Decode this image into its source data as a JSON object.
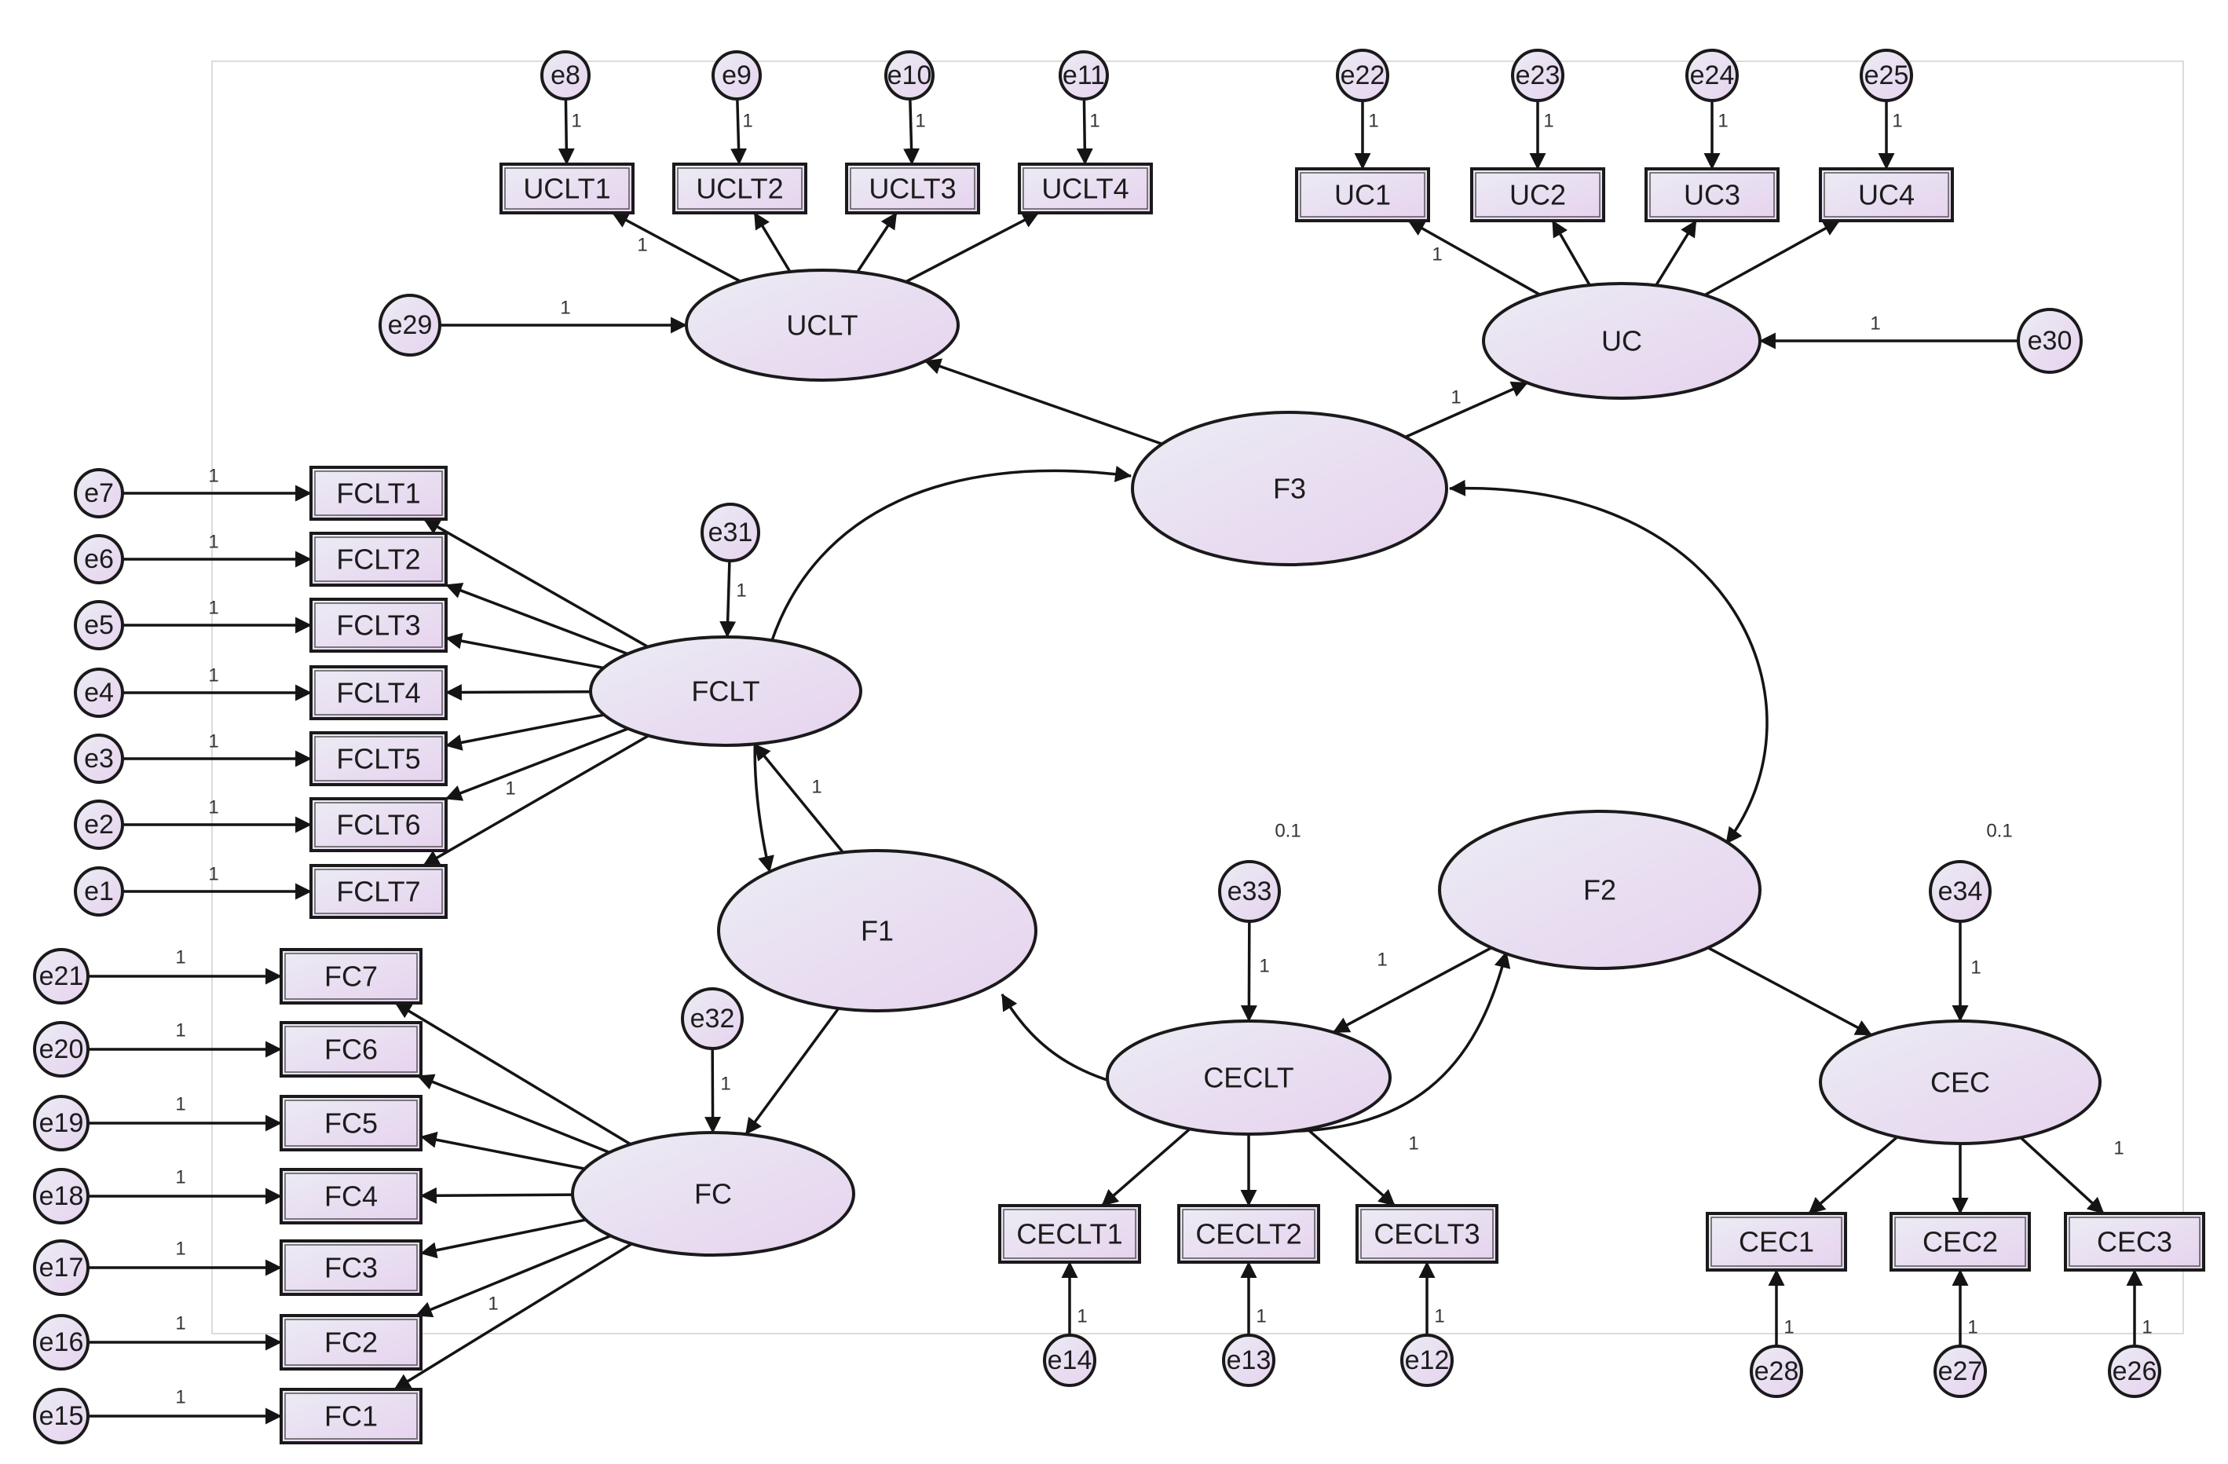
{
  "observed": {
    "UCLT1": "UCLT1",
    "UCLT2": "UCLT2",
    "UCLT3": "UCLT3",
    "UCLT4": "UCLT4",
    "UC1": "UC1",
    "UC2": "UC2",
    "UC3": "UC3",
    "UC4": "UC4",
    "FCLT1": "FCLT1",
    "FCLT2": "FCLT2",
    "FCLT3": "FCLT3",
    "FCLT4": "FCLT4",
    "FCLT5": "FCLT5",
    "FCLT6": "FCLT6",
    "FCLT7": "FCLT7",
    "FC7": "FC7",
    "FC6": "FC6",
    "FC5": "FC5",
    "FC4": "FC4",
    "FC3": "FC3",
    "FC2": "FC2",
    "FC1": "FC1",
    "CECLT1": "CECLT1",
    "CECLT2": "CECLT2",
    "CECLT3": "CECLT3",
    "CEC1": "CEC1",
    "CEC2": "CEC2",
    "CEC3": "CEC3"
  },
  "latent": {
    "UCLT": "UCLT",
    "UC": "UC",
    "F3": "F3",
    "FCLT": "FCLT",
    "F1": "F1",
    "FC": "FC",
    "F2": "F2",
    "CECLT": "CECLT",
    "CEC": "CEC"
  },
  "errors": {
    "e1": "e1",
    "e2": "e2",
    "e3": "e3",
    "e4": "e4",
    "e5": "e5",
    "e6": "e6",
    "e7": "e7",
    "e8": "e8",
    "e9": "e9",
    "e10": "e10",
    "e11": "e11",
    "e12": "e12",
    "e13": "e13",
    "e14": "e14",
    "e15": "e15",
    "e16": "e16",
    "e17": "e17",
    "e18": "e18",
    "e19": "e19",
    "e20": "e20",
    "e21": "e21",
    "e22": "e22",
    "e23": "e23",
    "e24": "e24",
    "e25": "e25",
    "e26": "e26",
    "e27": "e27",
    "e28": "e28",
    "e29": "e29",
    "e30": "e30",
    "e31": "e31",
    "e32": "e32",
    "e33": "e33",
    "e34": "e34"
  },
  "labels": {
    "one": "1",
    "variance_e33": "0.1",
    "variance_e34": "0.1"
  },
  "colors": {
    "fill_left": "#ececf4",
    "fill_right": "#e6d4ee",
    "stroke": "#1a1a1a",
    "frame": "#dcdcdc"
  }
}
